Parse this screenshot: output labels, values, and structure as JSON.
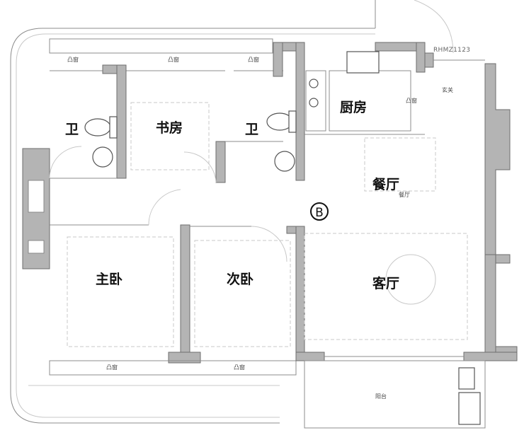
{
  "plan": {
    "unit_code": "RHMZ1123",
    "orientation_marker": "B",
    "rooms": {
      "bath1": "卫",
      "study": "书房",
      "bath2": "卫",
      "kitchen": "厨房",
      "dining": "餐厅",
      "master_bedroom": "主卧",
      "second_bedroom": "次卧",
      "living_room": "客厅"
    },
    "small_labels": {
      "bay_window_1": "凸窗",
      "bay_window_2": "凸窗",
      "bay_window_3": "凸窗",
      "bay_window_4": "凸窗",
      "bay_window_5": "凸窗",
      "bay_window_6": "凸窗",
      "entrance": "玄关",
      "dining_small": "餐厅",
      "balcony": "阳台"
    }
  }
}
